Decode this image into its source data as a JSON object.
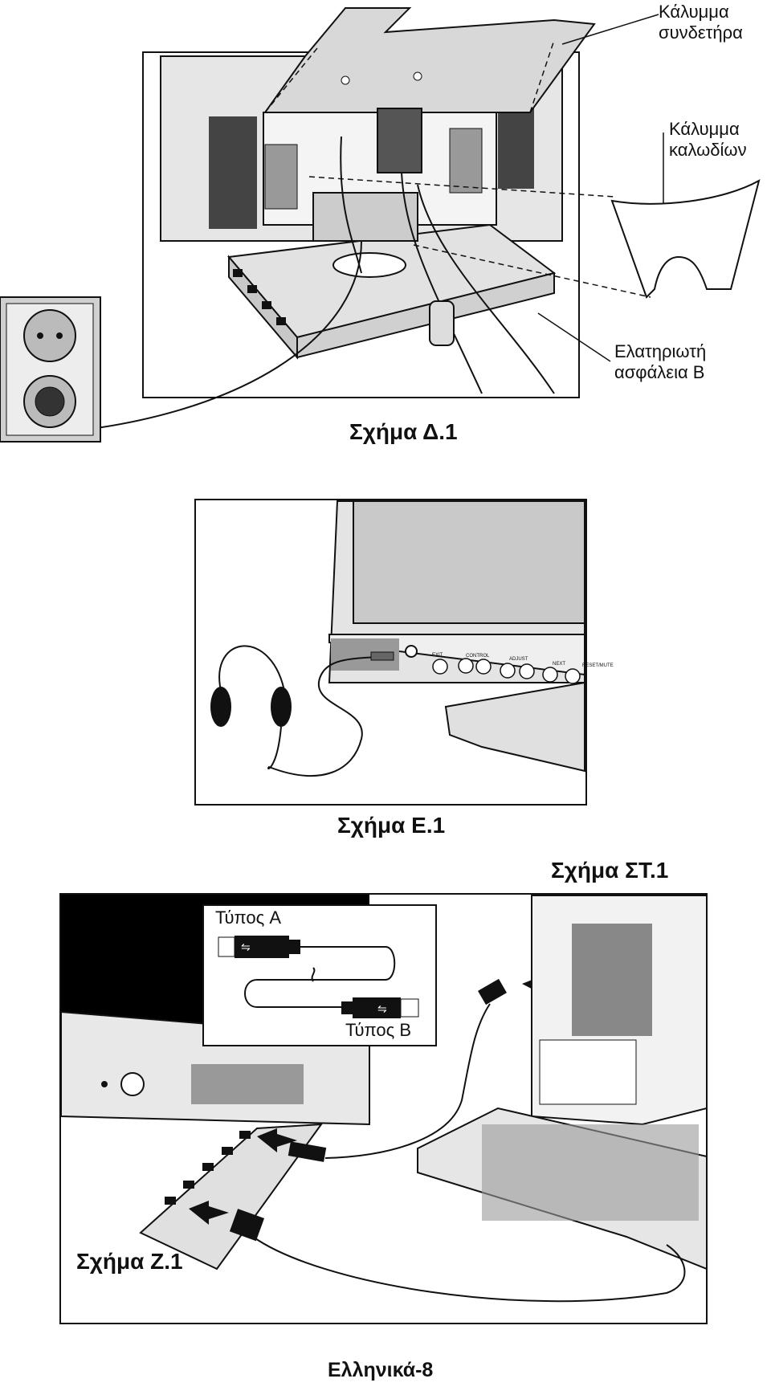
{
  "figure_d1": {
    "caption": "Σχήμα Δ.1",
    "callout_clip_cover": [
      "Κάλυμμα",
      "συνδετήρα"
    ],
    "callout_cable_cover": [
      "Κάλυμμα",
      "καλωδίων"
    ],
    "callout_spring_clip": [
      "Ελατηριωτή",
      "ασφάλεια B"
    ]
  },
  "figure_e1": {
    "caption": "Σχήμα E.1",
    "button_labels": [
      "EXIT",
      "CONTROL",
      "ADJUST",
      "NEXT",
      "RESET/MUTE"
    ]
  },
  "figure_st1": {
    "caption": "Σχήμα ΣΤ.1",
    "type_a_label": "Τύπος A",
    "type_b_label": "Τύπος B"
  },
  "figure_z1": {
    "caption": "Σχήμα Z.1"
  },
  "footer": {
    "page_label": "Ελληνικά-8"
  }
}
